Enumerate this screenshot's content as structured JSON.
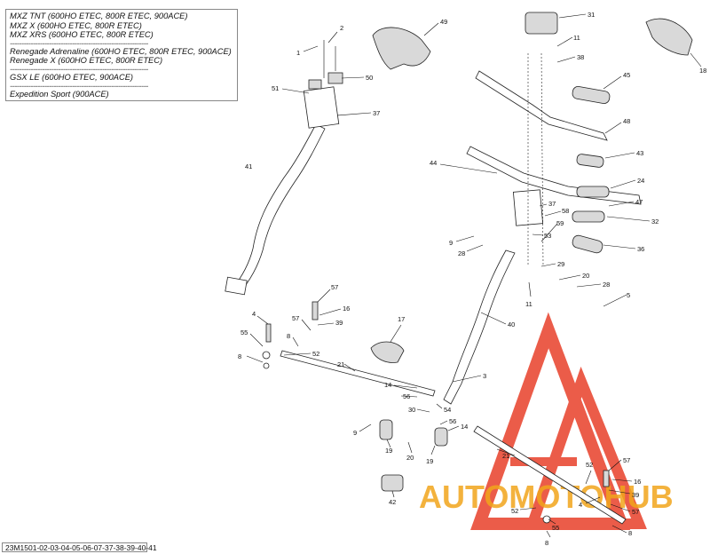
{
  "legend": {
    "lines": [
      "MXZ TNT (600HO ETEC, 800R ETEC, 900ACE)",
      "MXZ X (600HO ETEC, 800R ETEC)",
      "MXZ XRS (600HO ETEC, 800R ETEC)",
      "------------------------------------------------------------",
      "Renegade Adrenaline (600HO ETEC, 800R ETEC, 900ACE)",
      "Renegade X (600HO ETEC, 800R ETEC)",
      "------------------------------------------------------------",
      "GSX LE (600HO ETEC, 900ACE)",
      "------------------------------------------------------------",
      "Expedition Sport (900ACE)"
    ]
  },
  "doc_code": "23M1501-02-03-04-05-06-07-37-38-39-40-41",
  "watermark": {
    "text": "AUTOMOTOHUB",
    "logo_color": "#e8402a",
    "text_color": "#f2a51c"
  },
  "callouts": [
    {
      "label": "1"
    },
    {
      "label": "2"
    },
    {
      "label": "50"
    },
    {
      "label": "51"
    },
    {
      "label": "37"
    },
    {
      "label": "41"
    },
    {
      "label": "49"
    },
    {
      "label": "31"
    },
    {
      "label": "18"
    },
    {
      "label": "11"
    },
    {
      "label": "38"
    },
    {
      "label": "45"
    },
    {
      "label": "48"
    },
    {
      "label": "43"
    },
    {
      "label": "44"
    },
    {
      "label": "24"
    },
    {
      "label": "37"
    },
    {
      "label": "47"
    },
    {
      "label": "58"
    },
    {
      "label": "32"
    },
    {
      "label": "9"
    },
    {
      "label": "53"
    },
    {
      "label": "59"
    },
    {
      "label": "28"
    },
    {
      "label": "36"
    },
    {
      "label": "29"
    },
    {
      "label": "20"
    },
    {
      "label": "28"
    },
    {
      "label": "5"
    },
    {
      "label": "11"
    },
    {
      "label": "40"
    },
    {
      "label": "57"
    },
    {
      "label": "16"
    },
    {
      "label": "57"
    },
    {
      "label": "39"
    },
    {
      "label": "4"
    },
    {
      "label": "17"
    },
    {
      "label": "55"
    },
    {
      "label": "8"
    },
    {
      "label": "52"
    },
    {
      "label": "8"
    },
    {
      "label": "21"
    },
    {
      "label": "3"
    },
    {
      "label": "14"
    },
    {
      "label": "56"
    },
    {
      "label": "30"
    },
    {
      "label": "54"
    },
    {
      "label": "56"
    },
    {
      "label": "14"
    },
    {
      "label": "9"
    },
    {
      "label": "19"
    },
    {
      "label": "20"
    },
    {
      "label": "19"
    },
    {
      "label": "21"
    },
    {
      "label": "42"
    },
    {
      "label": "52"
    },
    {
      "label": "57"
    },
    {
      "label": "16"
    },
    {
      "label": "39"
    },
    {
      "label": "4"
    },
    {
      "label": "57"
    },
    {
      "label": "52"
    },
    {
      "label": "55"
    },
    {
      "label": "8"
    },
    {
      "label": "8"
    }
  ]
}
